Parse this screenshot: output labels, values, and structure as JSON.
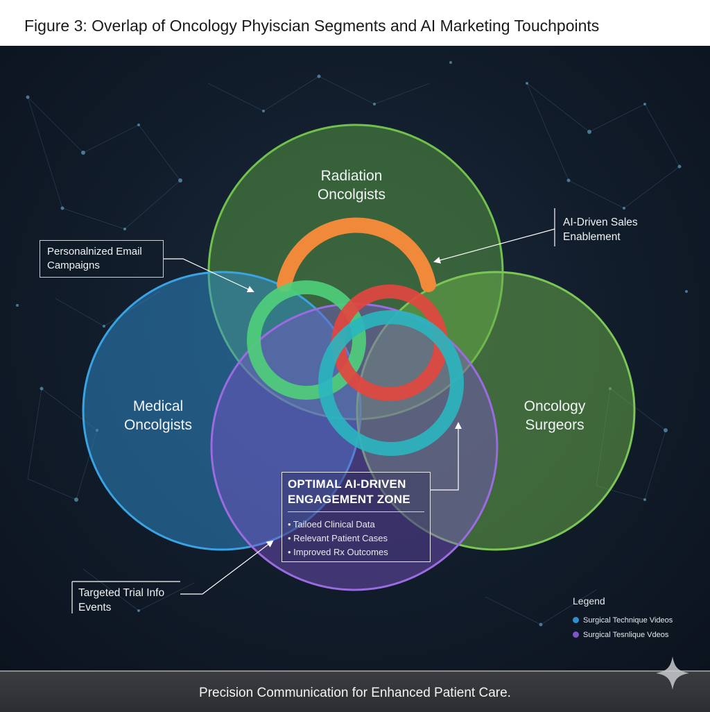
{
  "header": {
    "title": "Figure 3: Overlap of Oncology Phyiscian Segments and AI Marketing Touchpoints"
  },
  "segments": {
    "radiation": {
      "line1": "Radiation",
      "line2": "Oncolgists",
      "color": "#5fa842"
    },
    "medical": {
      "line1": "Medical",
      "line2": "Oncolgists",
      "color": "#2f8fcf"
    },
    "surgeons": {
      "line1": "Oncology",
      "line2": "Surgeors",
      "color": "#6cb24a"
    },
    "center": {
      "color": "#7d55c9"
    }
  },
  "rings": {
    "orange": "#f08a3a",
    "green": "#4fcf7a",
    "red": "#e2463f",
    "cyan": "#2ab6c0"
  },
  "callouts": {
    "email": {
      "line1": "Personalnized Email",
      "line2": "Campaigns"
    },
    "sales": {
      "line1": "AI-Driven Sales",
      "line2": "Enablement"
    },
    "trial": {
      "line1": "Targeted Trial Info",
      "line2": "Events"
    }
  },
  "zone": {
    "title_line1": "OPTIMAL AI-DRIVEN",
    "title_line2": "ENGAGEMENT ZONE",
    "items": [
      "• Tailoed Clinical Data",
      "• Relevant Patient Cases",
      "• Improved Rx Outcomes"
    ]
  },
  "legend": {
    "title": "Legend",
    "items": [
      {
        "label": "Surgical Technique Videos",
        "color": "#2f8fcf"
      },
      {
        "label": "Surgical Tesnlique Vdeos",
        "color": "#7d55c9"
      }
    ]
  },
  "footer": {
    "tagline": "Precision Communication for Enhanced Patient Care."
  }
}
